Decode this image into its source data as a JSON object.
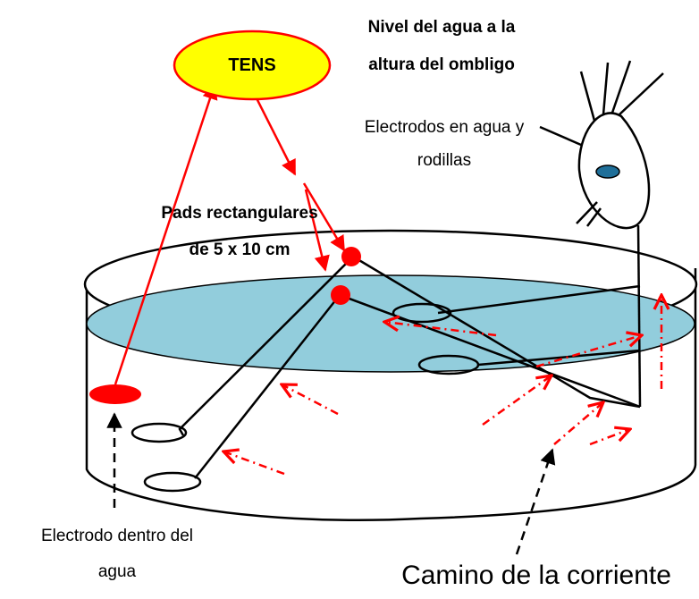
{
  "tens": {
    "label": "TENS",
    "fill": "#ffff00",
    "stroke": "#ff0000"
  },
  "labels": {
    "water_level": [
      "Nivel del agua a la",
      "altura del ombligo"
    ],
    "electrodes": [
      "Electrodos  en agua y",
      "rodillas"
    ],
    "pads": [
      "Pads rectangulares",
      "de 5 x 10 cm"
    ],
    "inner_electrode": [
      "Electrodo dentro del",
      "agua"
    ],
    "current_path": "Camino de la corriente"
  },
  "colors": {
    "water": "#92cddc",
    "wire": "#ff0000",
    "current_arrow": "#ff0000",
    "outline": "#000000"
  }
}
